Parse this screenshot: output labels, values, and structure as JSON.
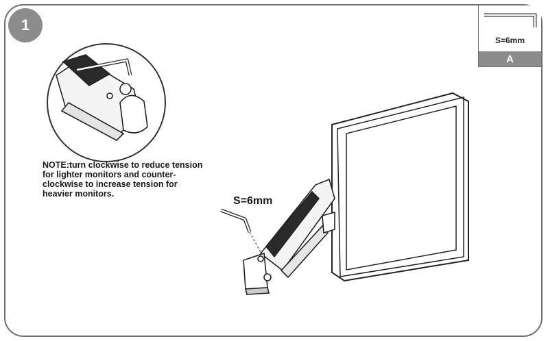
{
  "step": {
    "number": "1"
  },
  "tool": {
    "size": "S=6mm",
    "letter": "A",
    "icon": "allen-key-icon"
  },
  "note": {
    "text": "NOTE:turn clockwise to reduce tension for lighter monitors and counter-clockwise to increase tension for heavier monitors."
  },
  "illustration": {
    "size_label": "S=6mm"
  },
  "colors": {
    "badge": "#8c8c8c",
    "border": "#6e6e6e",
    "ink": "#1a1a1a"
  }
}
